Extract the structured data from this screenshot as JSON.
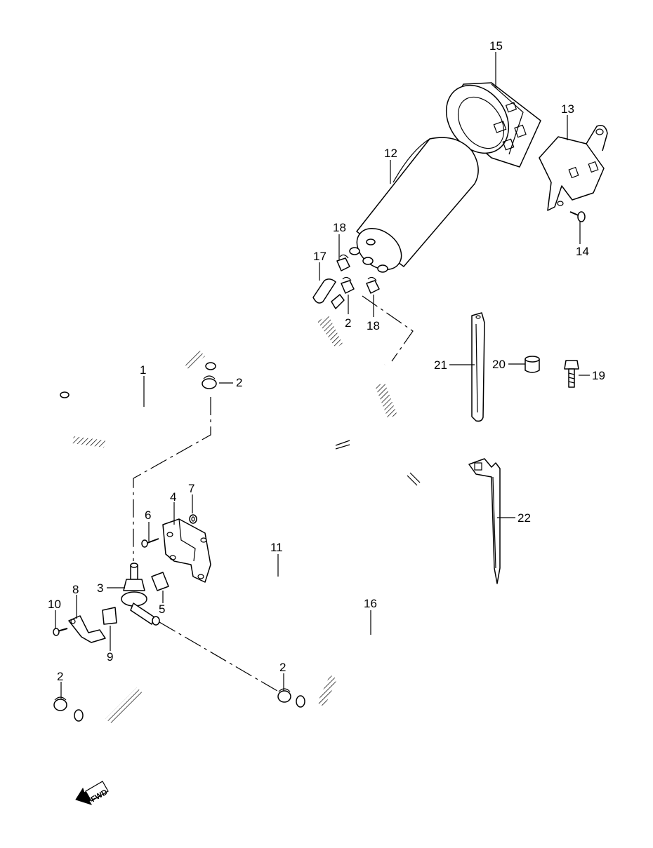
{
  "callouts": {
    "c1": "1",
    "c2a": "2",
    "c2b": "2",
    "c2c": "2",
    "c2d": "2",
    "c3": "3",
    "c4": "4",
    "c5": "5",
    "c6": "6",
    "c7": "7",
    "c8": "8",
    "c9": "9",
    "c10": "10",
    "c11": "11",
    "c12": "12",
    "c13": "13",
    "c14": "14",
    "c15": "15",
    "c16": "16",
    "c17": "17",
    "c18a": "18",
    "c18b": "18",
    "c19": "19",
    "c20": "20",
    "c21": "21",
    "c22": "22"
  },
  "fwd_label": "FWD"
}
